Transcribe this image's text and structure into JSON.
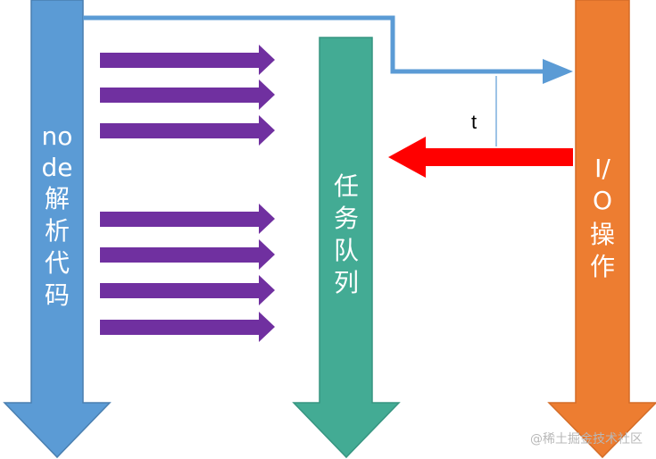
{
  "node_column": {
    "label_lines": [
      "no",
      "de",
      "解",
      "析",
      "代",
      "码"
    ],
    "color": "#5b9bd5"
  },
  "queue_column": {
    "label_lines": [
      "任",
      "务",
      "队",
      "列"
    ],
    "color": "#43ab94"
  },
  "io_column": {
    "label_lines": [
      "I/",
      "O",
      "操",
      "作"
    ],
    "color": "#ed7d31"
  },
  "task_arrows": {
    "count": 7,
    "color": "#7030a0"
  },
  "callback_arrow": {
    "color": "#ff0000"
  },
  "route_line": {
    "color": "#5b9bd5"
  },
  "t_marker": {
    "label": "t"
  },
  "watermark": {
    "text": "@稀土掘金技术社区"
  }
}
